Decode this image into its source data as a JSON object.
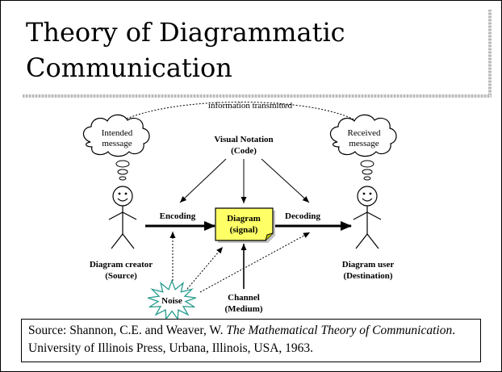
{
  "title": "Theory of Diagrammatic Communication",
  "labels": {
    "information_transmitted": "information transmitted",
    "intended_1": "Intended",
    "intended_2": "message",
    "received_1": "Received",
    "received_2": "message",
    "notation_1": "Visual Notation",
    "notation_2": "(Code)",
    "encoding": "Encoding",
    "decoding": "Decoding",
    "diagram_1": "Diagram",
    "diagram_2": "(signal)",
    "creator_1": "Diagram creator",
    "creator_2": "(Source)",
    "user_1": "Diagram user",
    "user_2": "(Destination)",
    "noise": "Noise",
    "channel_1": "Channel",
    "channel_2": "(Medium)"
  },
  "source": {
    "prefix": "Source: Shannon, C.E. and Weaver, W. ",
    "book": "The Mathematical Theory of Communication",
    "suffix": ". University of Illinois Press, Urbana, Illinois, USA, 1963."
  },
  "colors": {
    "signal_fill": "#ffff66",
    "noise_stroke": "#2a9d8f"
  }
}
